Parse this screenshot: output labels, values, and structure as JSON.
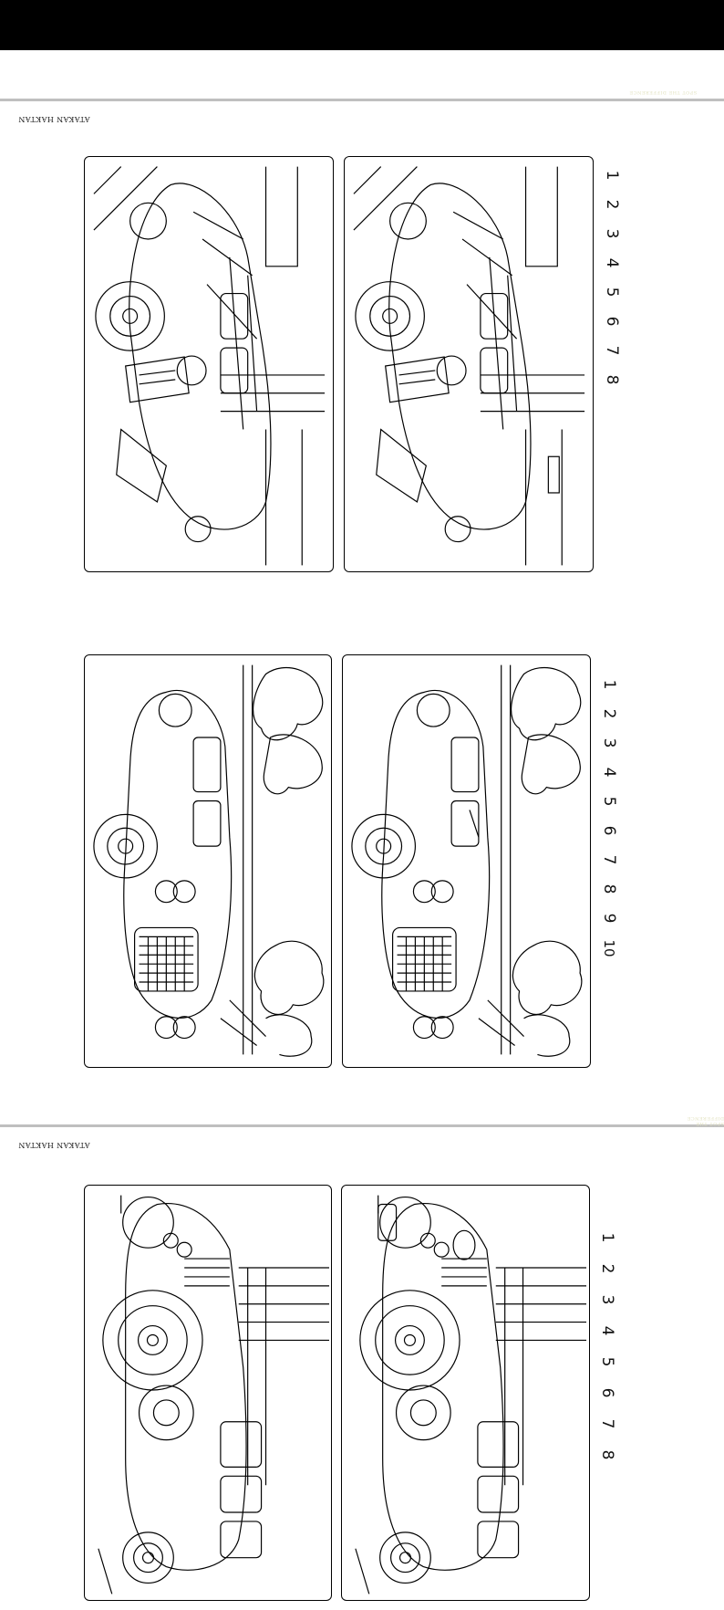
{
  "page": {
    "author": "ATAKAN HAKTAN",
    "header_faint_1": "SPOT THE DIFFERENCE",
    "header_faint_2": "SPOT THE DIFFERENCE"
  },
  "puzzles": [
    {
      "name": "puzzle-1",
      "numbers": [
        "1",
        "2",
        "3",
        "4",
        "5",
        "6",
        "7",
        "8"
      ]
    },
    {
      "name": "puzzle-2",
      "numbers": [
        "1",
        "2",
        "3",
        "4",
        "5",
        "6",
        "7",
        "8",
        "9",
        "10"
      ]
    },
    {
      "name": "puzzle-3",
      "numbers": [
        "1",
        "2",
        "3",
        "4",
        "5",
        "6",
        "7",
        "8"
      ]
    }
  ],
  "colors": {
    "line": "#000000",
    "paper": "#ffffff",
    "divider": "#bfbfbf"
  }
}
